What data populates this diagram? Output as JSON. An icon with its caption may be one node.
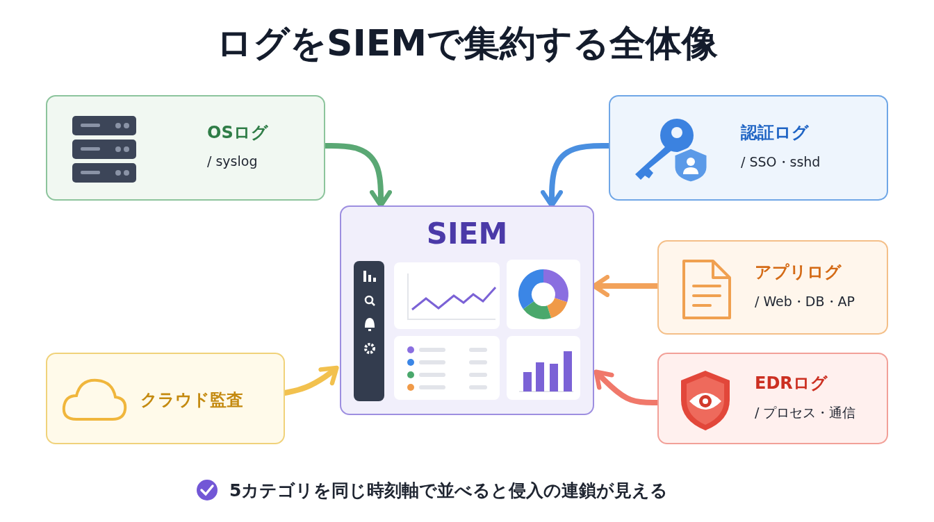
{
  "diagram": {
    "title": "ログをSIEMで集約する全体像",
    "nodes": [
      {
        "text": [
          "OSログ",
          "/ syslog"
        ]
      },
      {
        "text": [
          "認証ログ",
          "/ SSO・sshd"
        ]
      },
      {
        "text": [
          "SIEM"
        ]
      },
      {
        "text": [
          "アプリログ",
          "/ Web・DB・AP"
        ]
      },
      {
        "text": [
          "クラウド監査"
        ]
      },
      {
        "text": [
          "EDRログ",
          "/ プロセス・通信"
        ]
      }
    ],
    "edges": [
      {
        "from": 0,
        "to": 2,
        "arrow": "to",
        "color": "#5aa874"
      },
      {
        "from": 1,
        "to": 2,
        "arrow": "to",
        "color": "#4a8fe0"
      },
      {
        "from": 3,
        "to": 2,
        "arrow": "to",
        "color": "#f2a25a"
      },
      {
        "from": 4,
        "to": 2,
        "arrow": "to",
        "color": "#f2c14e"
      },
      {
        "from": 5,
        "to": 2,
        "arrow": "to",
        "color": "#f0786a"
      }
    ],
    "caption": "5カテゴリを同じ時刻軸で並べると侵入の連鎖が見える"
  }
}
